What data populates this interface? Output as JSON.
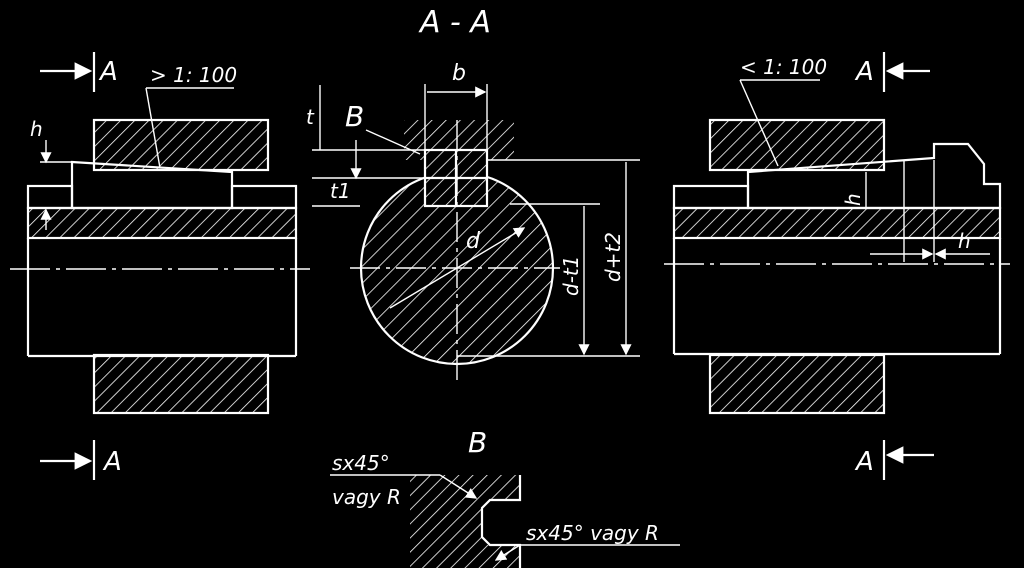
{
  "section_title": "A - A",
  "section_marks": {
    "left_top": "A",
    "left_bottom": "A",
    "right_top": "A",
    "right_bottom": "A"
  },
  "taper_left": "> 1: 100",
  "taper_right": "< 1: 100",
  "dimensions": {
    "h_left": "h",
    "b": "b",
    "t": "t",
    "t1": "t1",
    "d": "d",
    "d_minus_t1": "d-t1",
    "d_plus_t2": "d+t2",
    "h_right_1": "h",
    "h_right_2": "h"
  },
  "detail": {
    "ref_label": "B",
    "title": "B",
    "chamfer_1_line1": "sx45°",
    "chamfer_1_line2": "vagy R",
    "chamfer_2": "sx45° vagy R"
  }
}
